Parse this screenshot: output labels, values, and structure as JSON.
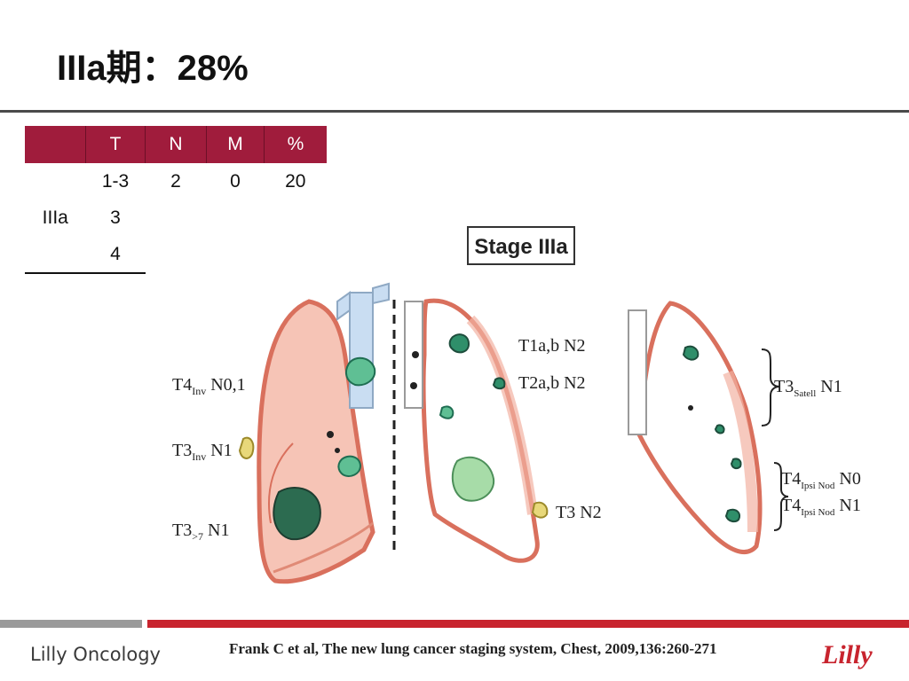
{
  "slide": {
    "title": "IIIa期：28%"
  },
  "table": {
    "headers": [
      "",
      "T",
      "N",
      "M",
      "%"
    ],
    "rows": [
      [
        "",
        "1-3",
        "2",
        "0",
        "20"
      ],
      [
        "IIIa",
        "3",
        "",
        "",
        ""
      ],
      [
        "",
        "4",
        "",
        "",
        ""
      ]
    ]
  },
  "diagram": {
    "stage_box": "Stage IIIa",
    "labels": {
      "t4inv_main": "T4",
      "t4inv_sub": "Inv",
      "t4inv_rest": " N0,1",
      "t3inv_main": "T3",
      "t3inv_sub": "Inv",
      "t3inv_rest": " N1",
      "t3gt7_main": "T3",
      "t3gt7_sub": ">7",
      "t3gt7_rest": " N1",
      "t1ab_n2": "T1a,b N2",
      "t2ab_n2": "T2a,b N2",
      "t3_n2": "T3 N2",
      "t3satell_main": "T3",
      "t3satell_sub": "Satell",
      "t3satell_rest": " N1",
      "t4ipsi_n0_main": "T4",
      "t4ipsi_n0_sub": "Ipsi Nod",
      "t4ipsi_n0_rest": " N0",
      "t4ipsi_n1_main": "T4",
      "t4ipsi_n1_sub": "Ipsi Nod",
      "t4ipsi_n1_rest": " N1"
    }
  },
  "footer": {
    "brand": "Lilly Oncology",
    "citation": "Frank C et al, The new lung cancer staging system, Chest, 2009,136:260-271",
    "logo_text": "Lilly"
  },
  "colors": {
    "header_red": "#a01c3c",
    "footer_red": "#c8242e",
    "lung_pink": "#f4b6a8",
    "tumor_green": "#2f8f6a"
  }
}
